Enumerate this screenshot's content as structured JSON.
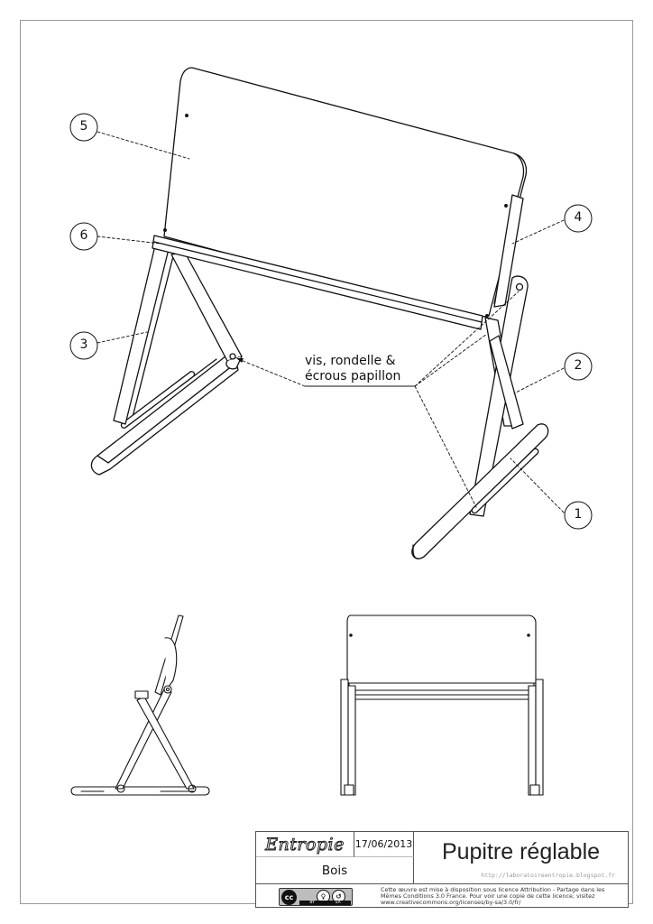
{
  "drawing": {
    "callout_label_line1": "vis, rondelle &",
    "callout_label_line2": "écrous papillon",
    "part_numbers": [
      "5",
      "6",
      "3",
      "4",
      "2",
      "1"
    ]
  },
  "title_block": {
    "logo_text": "Entropie",
    "date": "17/06/2013",
    "title": "Pupitre réglable",
    "material": "Bois",
    "url": "http://laboratoireentropie.blogspot.fr",
    "license_badge": {
      "main": "cc",
      "by": "BY",
      "sa": "SA"
    },
    "license_text": "Cette œuvre est mise à disposition sous licence Attribution - Partage dans les Mêmes Conditions 3.0 France. Pour voir une copie de cette licence, visitez www.creativecommons.org/licenses/by-sa/3.0/fr/"
  }
}
